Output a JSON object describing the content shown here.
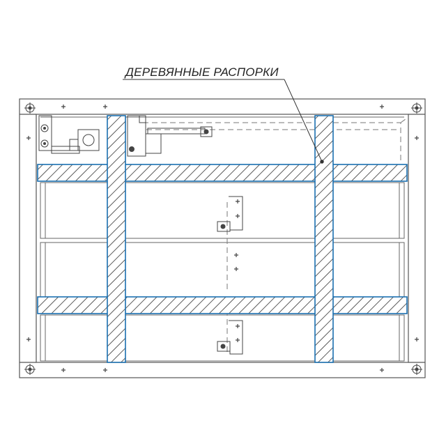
{
  "diagram": {
    "callout_label": "ДЕРЕВЯННЫЕ РАСПОРКИ",
    "colors": {
      "frame_line": "#555555",
      "outline_accent": "#1a6fb0",
      "hatch_line": "#333333",
      "dashed_line": "#777777",
      "background": "#ffffff"
    },
    "elements": {
      "horizontal_spacers": 2,
      "vertical_spacers": 2,
      "corner_mount_holes": 4,
      "hinge_plates": 3
    }
  }
}
